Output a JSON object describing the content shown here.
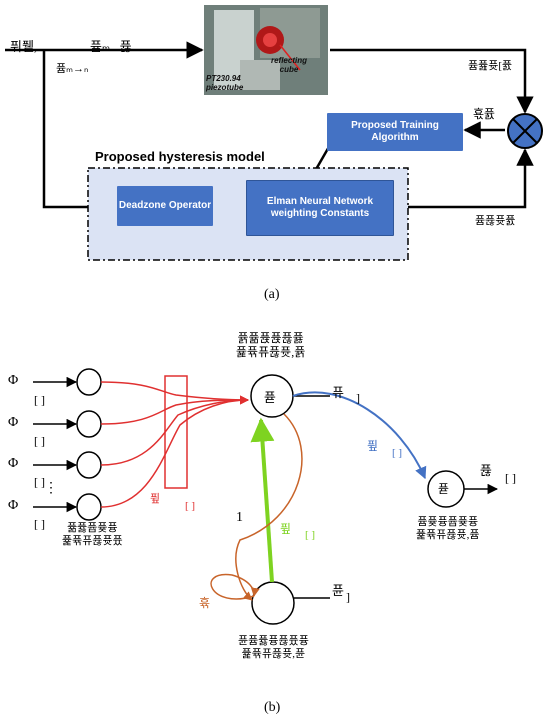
{
  "part_a": {
    "caption": "(a)",
    "model_title": "Proposed hysteresis model",
    "deadzone_box": "Deadzone Operator",
    "elman_box": "Elman Neural Network weighting Constants",
    "training_box": "Proposed Training Algorithm",
    "photo": {
      "label_cube": "reflecting cube",
      "label_tube": "PT230.94 piezotube"
    },
    "input_labels": [
      "퓌퓉,",
      "퓸ₘ . 퓮"
    ],
    "branch_label": "퓸ₘ→ₙ",
    "output_label": "퓸퓶퓻[퓴",
    "error_label": "횫퓴",
    "model_output_label": "퓸퓮퓻퓴"
  },
  "part_b": {
    "caption": "(b)",
    "inputs": [
      "Φ",
      "Φ",
      "Φ",
      "Φ"
    ],
    "input_brackets": [
      "[    ]",
      "[    ]",
      "[    ]",
      "[    ]"
    ],
    "dots": "⋮",
    "input_layer_label": [
      "퓲퓷퓹퓾퓽",
      "퓵퓪퓨퓮퓻퓼"
    ],
    "hidden_layer_label": [
      "퓱퓲퓭퓭퓮퓷",
      "퓵퓪퓨퓮퓻,퓱"
    ],
    "hidden_node_symbol": "퓯",
    "hidden_out_label": "퓨",
    "hidden_out_bracket": "]",
    "output_node_symbol": "퓯",
    "output_out_label": "퓮",
    "output_out_bracket": "[    ]",
    "output_layer_label": [
      "퓸퓾퓽퓹퓾퓽",
      "퓵퓪퓨퓮퓻,퓸"
    ],
    "context_label": [
      "퓬퓸퓷퓽퓮퓼퓽",
      "퓵퓪퓨퓮퓻,퓬"
    ],
    "context_out_label": "퓬",
    "context_out_bracket": "]",
    "weight_input": "퓦",
    "weight_input_bracket": "[    ]",
    "weight_output": "퓦",
    "weight_output_bracket": "[    ]",
    "weight_context": "퓦",
    "weight_context_bracket": "[    ]",
    "self_loop_weight": "휶",
    "feedback_gain": "1"
  },
  "colors": {
    "box_blue": "#4472c4",
    "model_bg": "#dbe3f4",
    "red_links": "#e03030",
    "blue_link": "#4472c4",
    "green_link": "#7ed321",
    "brown_links": "#c8642a"
  }
}
